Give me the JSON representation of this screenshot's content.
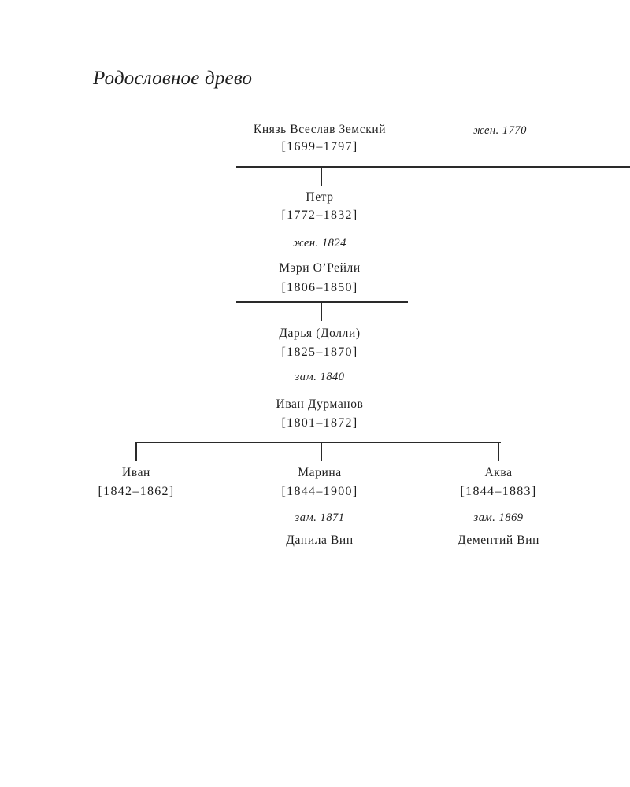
{
  "title": "Родословное древо",
  "generation1": {
    "name": "Князь Всеслав Земский",
    "years": "[1699–1797]",
    "marriage": "жен. 1770"
  },
  "generation2": {
    "name": "Петр",
    "years": "[1772–1832]",
    "marriage": "жен. 1824",
    "spouse": {
      "name": "Мэри О’Рейли",
      "years": "[1806–1850]"
    }
  },
  "generation3": {
    "name": "Дарья (Долли)",
    "years": "[1825–1870]",
    "marriage": "зам. 1840",
    "spouse": {
      "name": "Иван Дурманов",
      "years": "[1801–1872]"
    }
  },
  "generation4": [
    {
      "name": "Иван",
      "years": "[1842–1862]"
    },
    {
      "name": "Марина",
      "years": "[1844–1900]",
      "marriage": "зам. 1871",
      "spouse": "Данила Вин"
    },
    {
      "name": "Аква",
      "years": "[1844–1883]",
      "marriage": "зам. 1869",
      "spouse": "Дементий Вин"
    }
  ]
}
